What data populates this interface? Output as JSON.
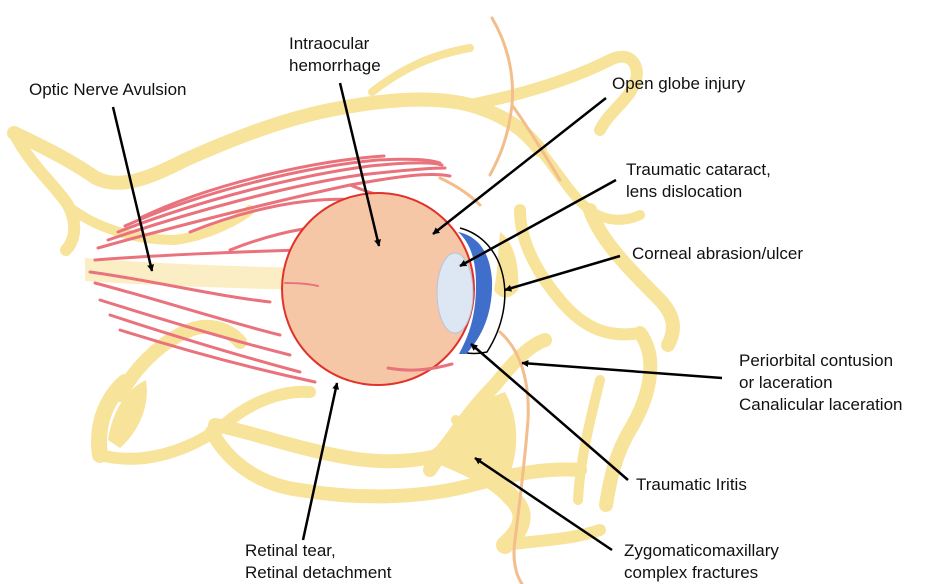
{
  "labels": {
    "optic_nerve_avulsion": [
      "Optic Nerve Avulsion"
    ],
    "intraocular_hemorrhage": [
      "Intraocular",
      "hemorrhage"
    ],
    "open_globe_injury": [
      "Open globe injury"
    ],
    "traumatic_cataract": [
      "Traumatic cataract,",
      "lens dislocation"
    ],
    "corneal_abrasion": [
      "Corneal abrasion/ulcer"
    ],
    "periorbital": [
      "Periorbital contusion",
      "or laceration",
      "Canalicular laceration"
    ],
    "traumatic_iritis": [
      "Traumatic Iritis"
    ],
    "zygomaticomaxillary": [
      "Zygomaticomaxillary",
      "complex fractures"
    ],
    "retinal_tear": [
      "Retinal tear,",
      "Retinal detachment"
    ]
  },
  "colors": {
    "bone": "#f8e39a",
    "muscle": "#e9727c",
    "globe_fill": "#f6c7a7",
    "globe_outline": "#e0322b",
    "cornea": "#3f6fca",
    "lens": "#dde7f3",
    "optic_nerve": "#fbeec4",
    "vessel": "#f3bd8c",
    "arrow": "#000000"
  }
}
